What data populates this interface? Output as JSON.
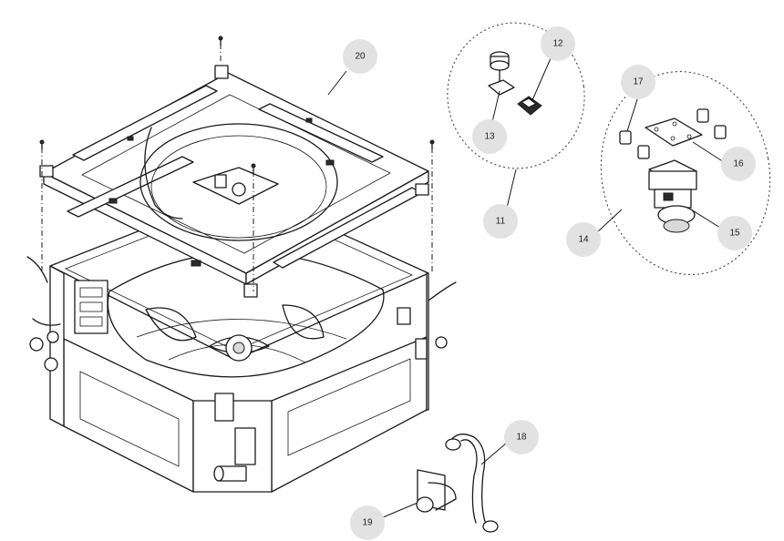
{
  "callouts": [
    {
      "id": "c20",
      "label": "20"
    },
    {
      "id": "c12",
      "label": "12"
    },
    {
      "id": "c13",
      "label": "13"
    },
    {
      "id": "c11",
      "label": "11"
    },
    {
      "id": "c17",
      "label": "17"
    },
    {
      "id": "c16",
      "label": "16"
    },
    {
      "id": "c14",
      "label": "14"
    },
    {
      "id": "c15",
      "label": "15"
    },
    {
      "id": "c18",
      "label": "18"
    },
    {
      "id": "c19",
      "label": "19"
    }
  ]
}
